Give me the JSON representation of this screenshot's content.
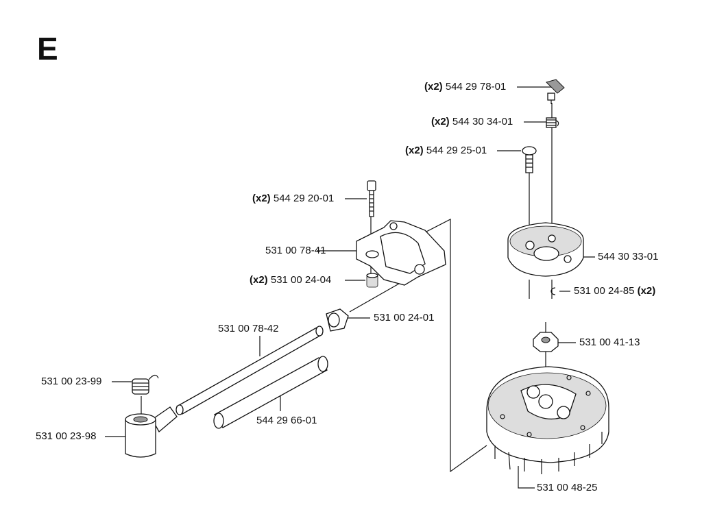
{
  "section": "E",
  "parts": [
    {
      "qty": "(x2)",
      "number": "544 29 78-01",
      "qty_after": ""
    },
    {
      "qty": "(x2)",
      "number": "544 30 34-01",
      "qty_after": ""
    },
    {
      "qty": "(x2)",
      "number": "544 29 25-01",
      "qty_after": ""
    },
    {
      "qty": "(x2)",
      "number": "544 29 20-01",
      "qty_after": ""
    },
    {
      "qty": "",
      "number": "531 00 78-41",
      "qty_after": ""
    },
    {
      "qty": "(x2)",
      "number": "531 00 24-04",
      "qty_after": ""
    },
    {
      "qty": "",
      "number": "531 00 24-01",
      "qty_after": ""
    },
    {
      "qty": "",
      "number": "531 00 78-42",
      "qty_after": ""
    },
    {
      "qty": "",
      "number": "531 00 23-99",
      "qty_after": ""
    },
    {
      "qty": "",
      "number": "544 29 66-01",
      "qty_after": ""
    },
    {
      "qty": "",
      "number": "531 00 23-98",
      "qty_after": ""
    },
    {
      "qty": "",
      "number": "544 30 33-01",
      "qty_after": ""
    },
    {
      "qty": "",
      "number": "531 00 24-85",
      "qty_after": "(x2)"
    },
    {
      "qty": "",
      "number": "531 00 41-13",
      "qty_after": ""
    },
    {
      "qty": "",
      "number": "531 00 48-25",
      "qty_after": ""
    }
  ]
}
